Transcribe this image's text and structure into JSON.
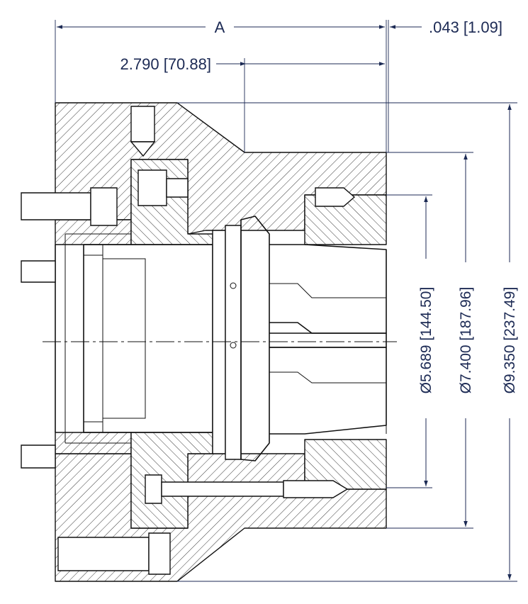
{
  "drawing": {
    "dimensions": {
      "overall_length": "A",
      "lip_offset": ".043 [1.09]",
      "depth": "2.790 [70.88]",
      "bore_diameter": "Ø5.689 [144.50]",
      "pilot_diameter": "Ø7.400 [187.96]",
      "outer_diameter": "Ø9.350 [237.49]"
    },
    "line_color": "#1c2a54"
  }
}
